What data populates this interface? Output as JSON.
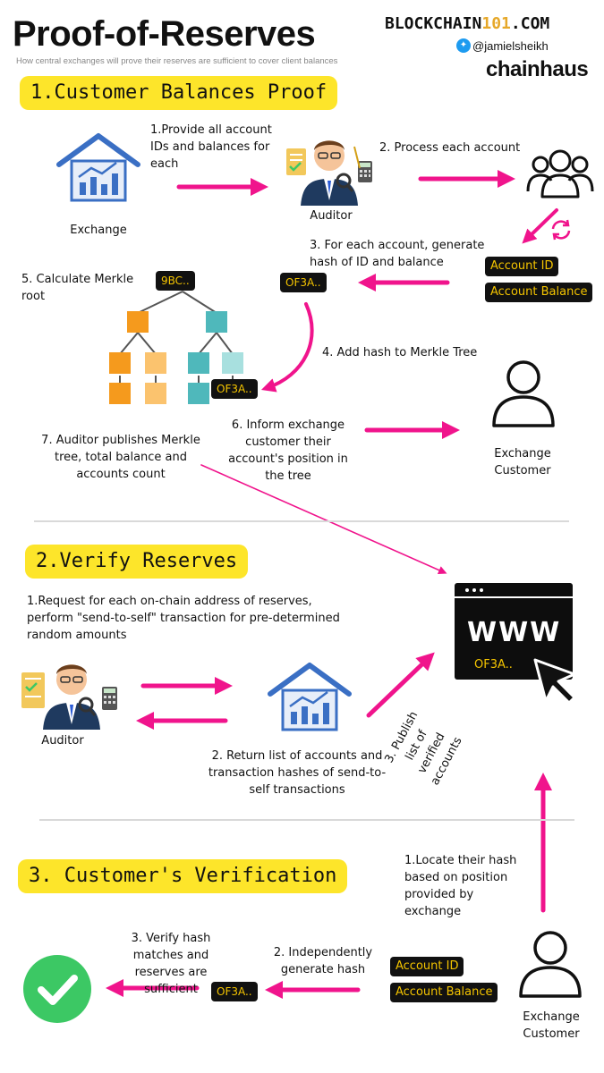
{
  "header": {
    "title": "Proof-of-Reserves",
    "subtitle": "How central exchanges will prove their reserves are sufficient to cover client balances",
    "brand_pre": "BLOCKCHAIN",
    "brand_num": "101",
    "brand_post": ".COM",
    "handle": "@jamielsheikh",
    "logo": "chainhaus"
  },
  "section1": {
    "heading": "1.Customer Balances Proof",
    "exchange_label": "Exchange",
    "step1": "1.Provide all account IDs and balances for each",
    "auditor_label": "Auditor",
    "step2": "2. Process each account",
    "step3": "3. For each account, generate hash of ID and balance",
    "chip_account_id": "Account ID",
    "chip_account_balance": "Account Balance",
    "hash_chip": "OF3A..",
    "step5": "5. Calculate Merkle root",
    "root_chip": "9BC..",
    "leaf_chip": "OF3A..",
    "step4": "4. Add hash to Merkle Tree",
    "step6": "6. Inform exchange customer their account's position in the tree",
    "customer_label": "Exchange Customer",
    "step7": "7. Auditor publishes Merkle tree, total balance and accounts count"
  },
  "section2": {
    "heading": "2.Verify Reserves",
    "step1": "1.Request for each on-chain address of reserves, perform \"send-to-self\" transaction for pre-determined random amounts",
    "auditor_label": "Auditor",
    "step2": "2. Return list of accounts and transaction hashes of send-to-self transactions",
    "step3": "3. Publish list of verified accounts",
    "www": "www",
    "www_hash": "OF3A.."
  },
  "section3": {
    "heading": "3. Customer's Verification",
    "step1": "1.Locate their hash based on position provided by exchange",
    "step2": "2. Independently generate hash",
    "step3": "3. Verify hash matches and reserves are sufficient",
    "chip_account_id": "Account ID",
    "chip_account_balance": "Account Balance",
    "hash_chip": "OF3A..",
    "customer_label": "Exchange Customer"
  },
  "colors": {
    "arrow": "#f0148c",
    "section_bg": "#fde52a",
    "chip_bg": "#111111",
    "chip_text": "#f4c400",
    "house": "#3a6fc4",
    "check": "#3cc864",
    "tree_orange": "#f59a1d",
    "tree_light_orange": "#fbc36e",
    "tree_teal": "#4fb8bb",
    "tree_light_teal": "#a8e0df"
  },
  "icons": [
    "house-chart-icon",
    "auditor-person-icon",
    "group-users-icon",
    "refresh-icon",
    "merkle-tree-icon",
    "user-icon",
    "browser-window-icon",
    "cursor-icon",
    "checkmark-icon",
    "twitter-icon"
  ]
}
